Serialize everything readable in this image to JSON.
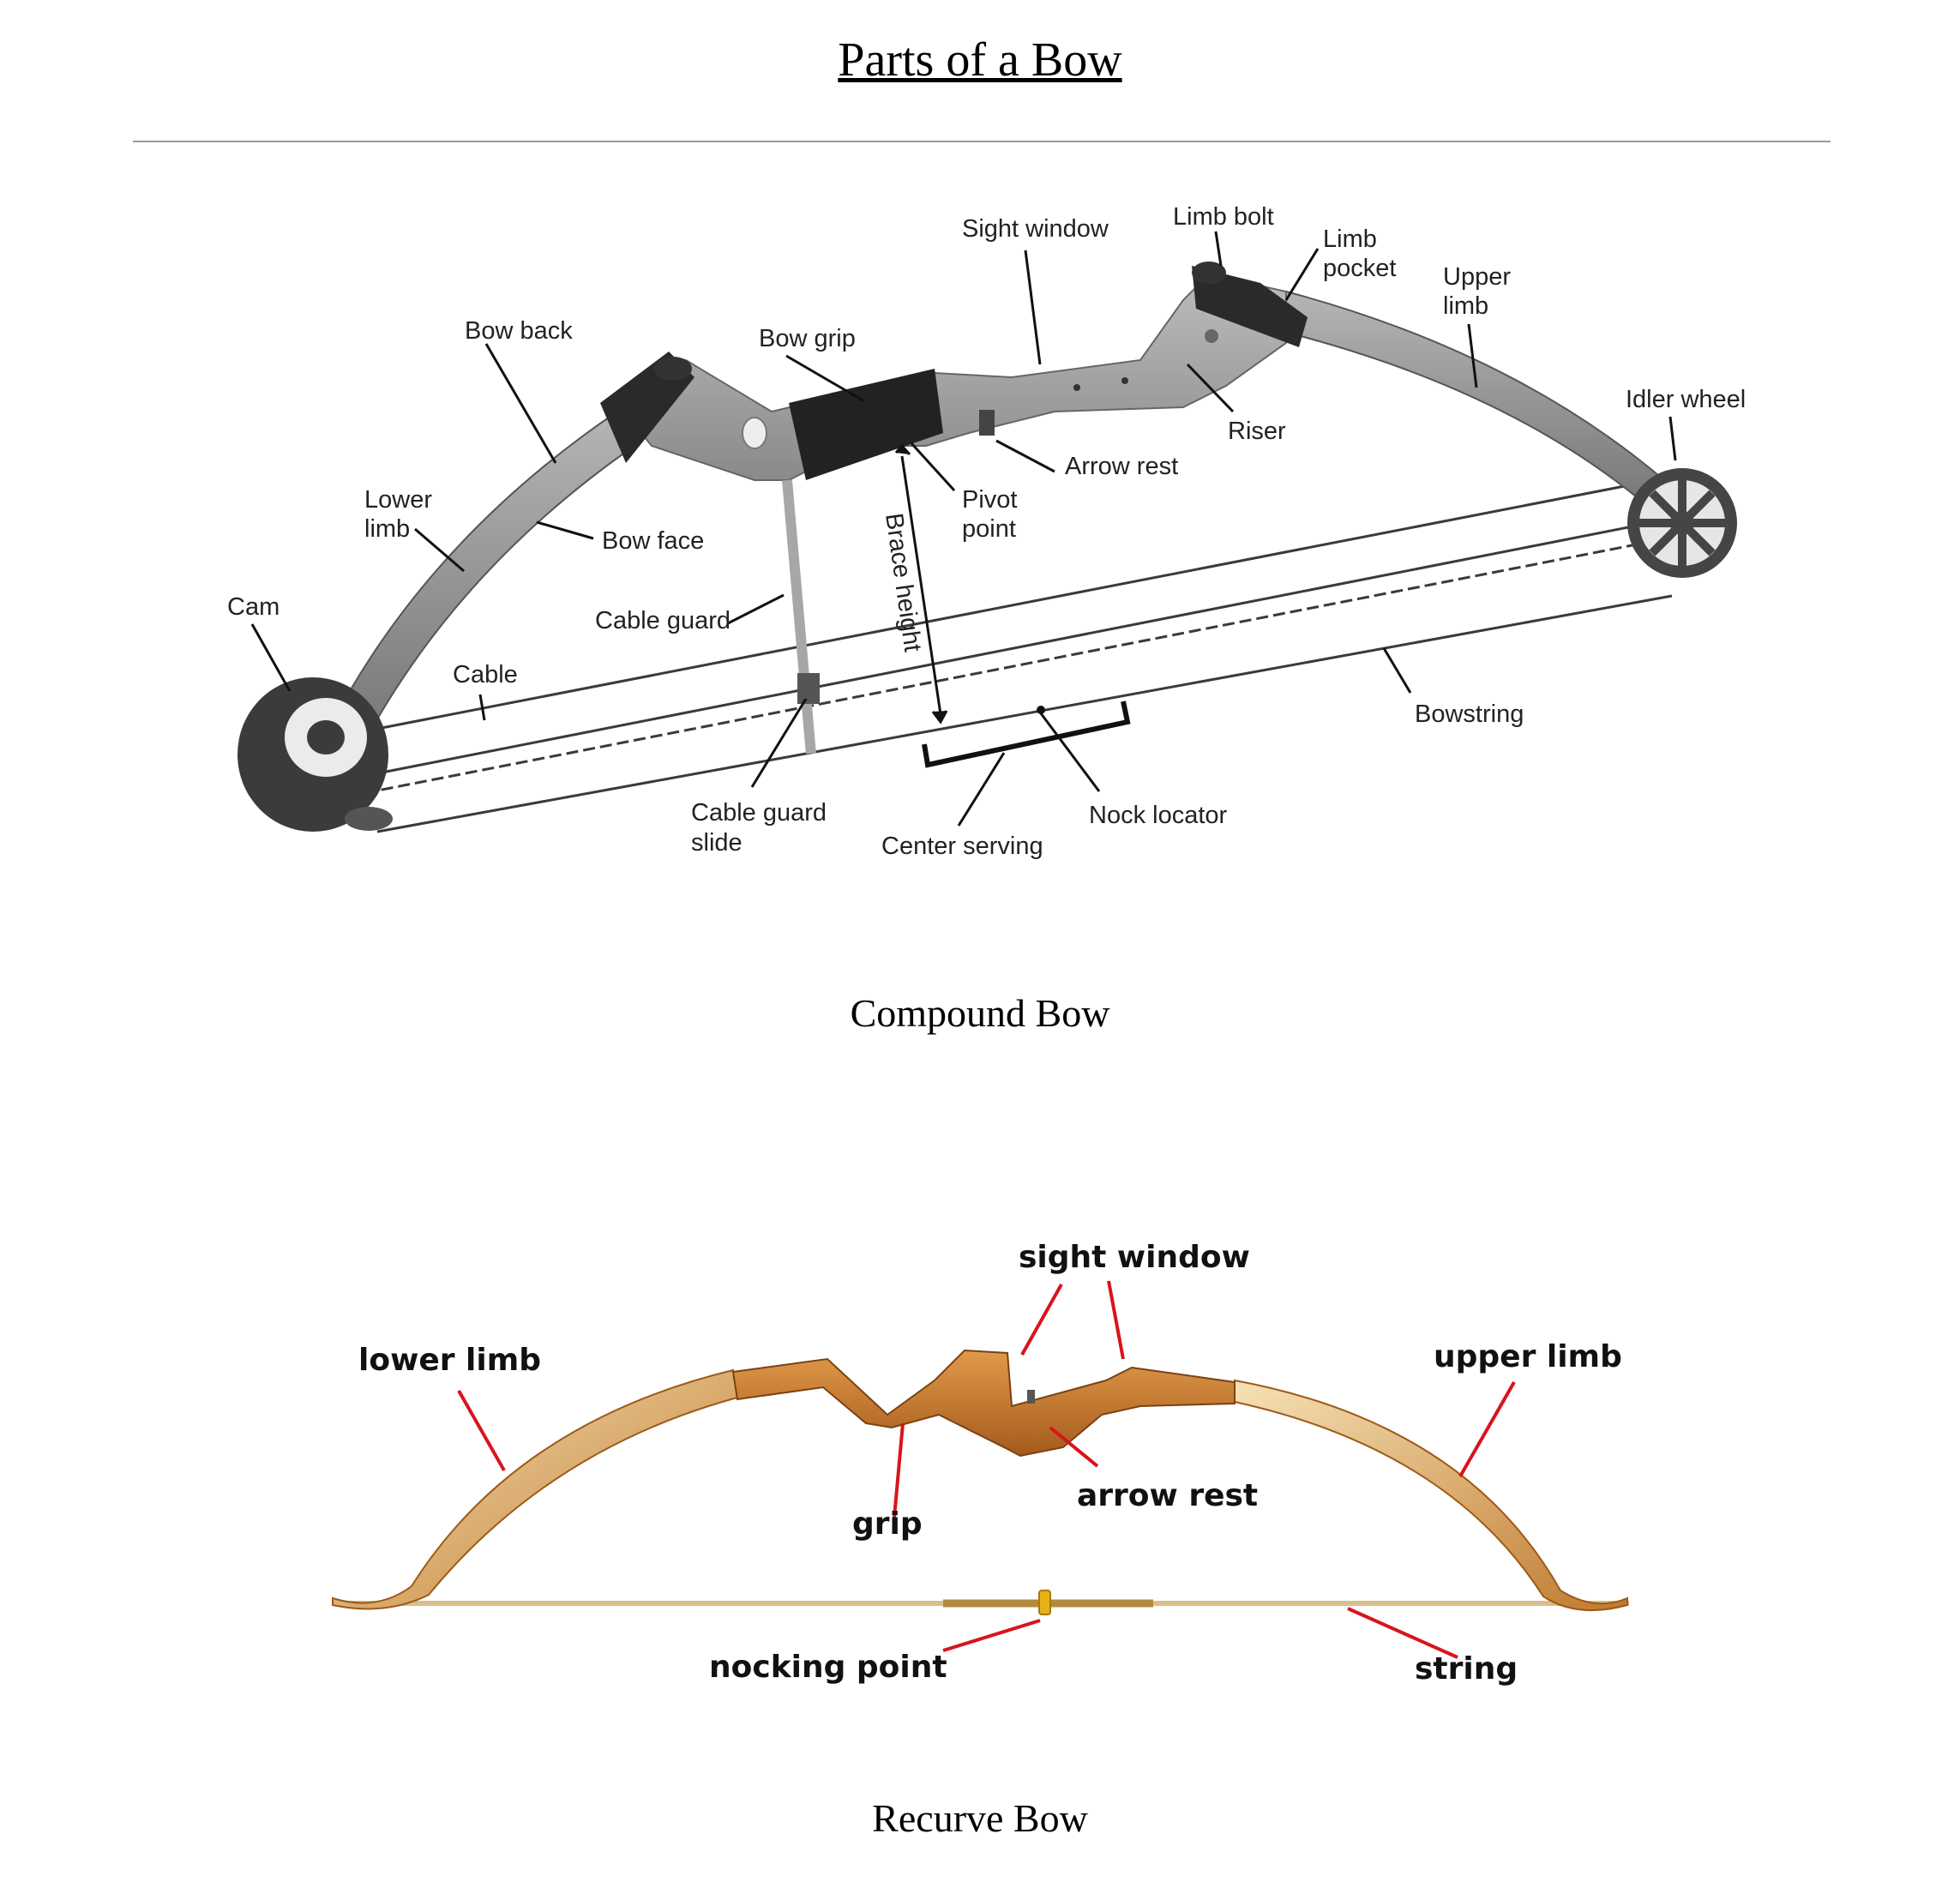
{
  "title": "Parts of a Bow",
  "compound": {
    "caption": "Compound Bow",
    "labels": {
      "sight_window": "Sight window",
      "limb_bolt": "Limb bolt",
      "limb_pocket": [
        "Limb",
        "pocket"
      ],
      "upper_limb": [
        "Upper",
        "limb"
      ],
      "bow_back": "Bow back",
      "bow_grip": "Bow grip",
      "idler_wheel": "Idler wheel",
      "riser": "Riser",
      "arrow_rest": "Arrow rest",
      "pivot_point": [
        "Pivot",
        "point"
      ],
      "lower_limb": [
        "Lower",
        "limb"
      ],
      "bow_face": "Bow face",
      "brace_height": "Brace height",
      "cam": "Cam",
      "cable_guard": "Cable guard",
      "cable": "Cable",
      "bowstring": "Bowstring",
      "cable_guard_slide": [
        "Cable guard",
        "slide"
      ],
      "nock_locator": "Nock locator",
      "center_serving": "Center serving"
    }
  },
  "recurve": {
    "caption": "Recurve Bow",
    "labels": {
      "sight_window": "sight window",
      "lower_limb": "lower limb",
      "upper_limb": "upper limb",
      "arrow_rest": "arrow rest",
      "grip": "grip",
      "nocking_point": "nocking point",
      "string": "string"
    }
  },
  "colors": {
    "leader_compound": "#111111",
    "leader_recurve": "#d8141c",
    "riser_gray": "#9a9a9a",
    "grip_black": "#222222",
    "wood_light": "#f3ddb0",
    "wood_dark": "#b86a22"
  }
}
